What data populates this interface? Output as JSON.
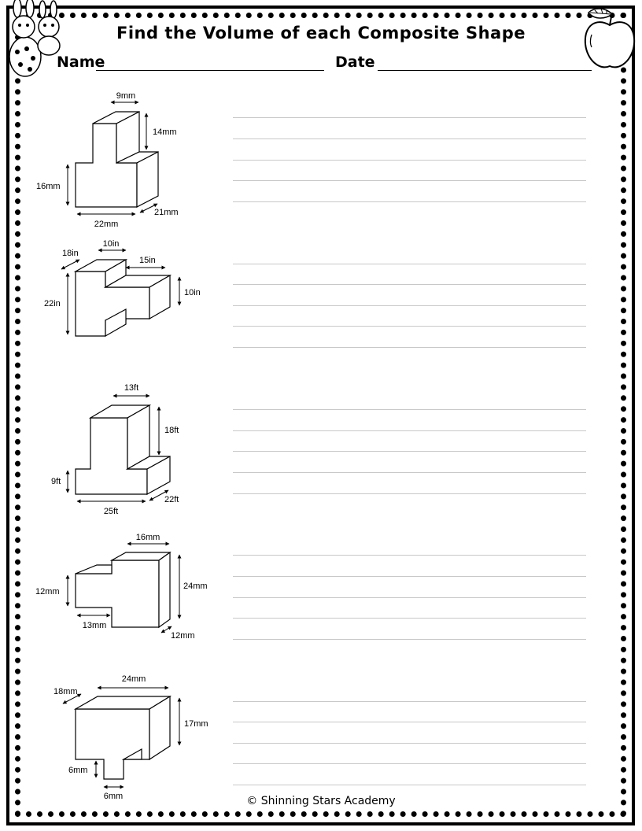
{
  "page": {
    "title": "Find the Volume of each Composite Shape",
    "name_label": "Name",
    "date_label": "Date",
    "footer": "© Shinning Stars Academy"
  },
  "problems": [
    {
      "labels": [
        "9mm",
        "14mm",
        "16mm",
        "22mm",
        "21mm"
      ]
    },
    {
      "labels": [
        "10in",
        "18in",
        "15in",
        "22in",
        "10in"
      ]
    },
    {
      "labels": [
        "13ft",
        "18ft",
        "9ft",
        "25ft",
        "22ft"
      ]
    },
    {
      "labels": [
        "16mm",
        "12mm",
        "24mm",
        "13mm",
        "12mm"
      ]
    },
    {
      "labels": [
        "24mm",
        "18mm",
        "17mm",
        "6mm",
        "6mm"
      ]
    }
  ]
}
